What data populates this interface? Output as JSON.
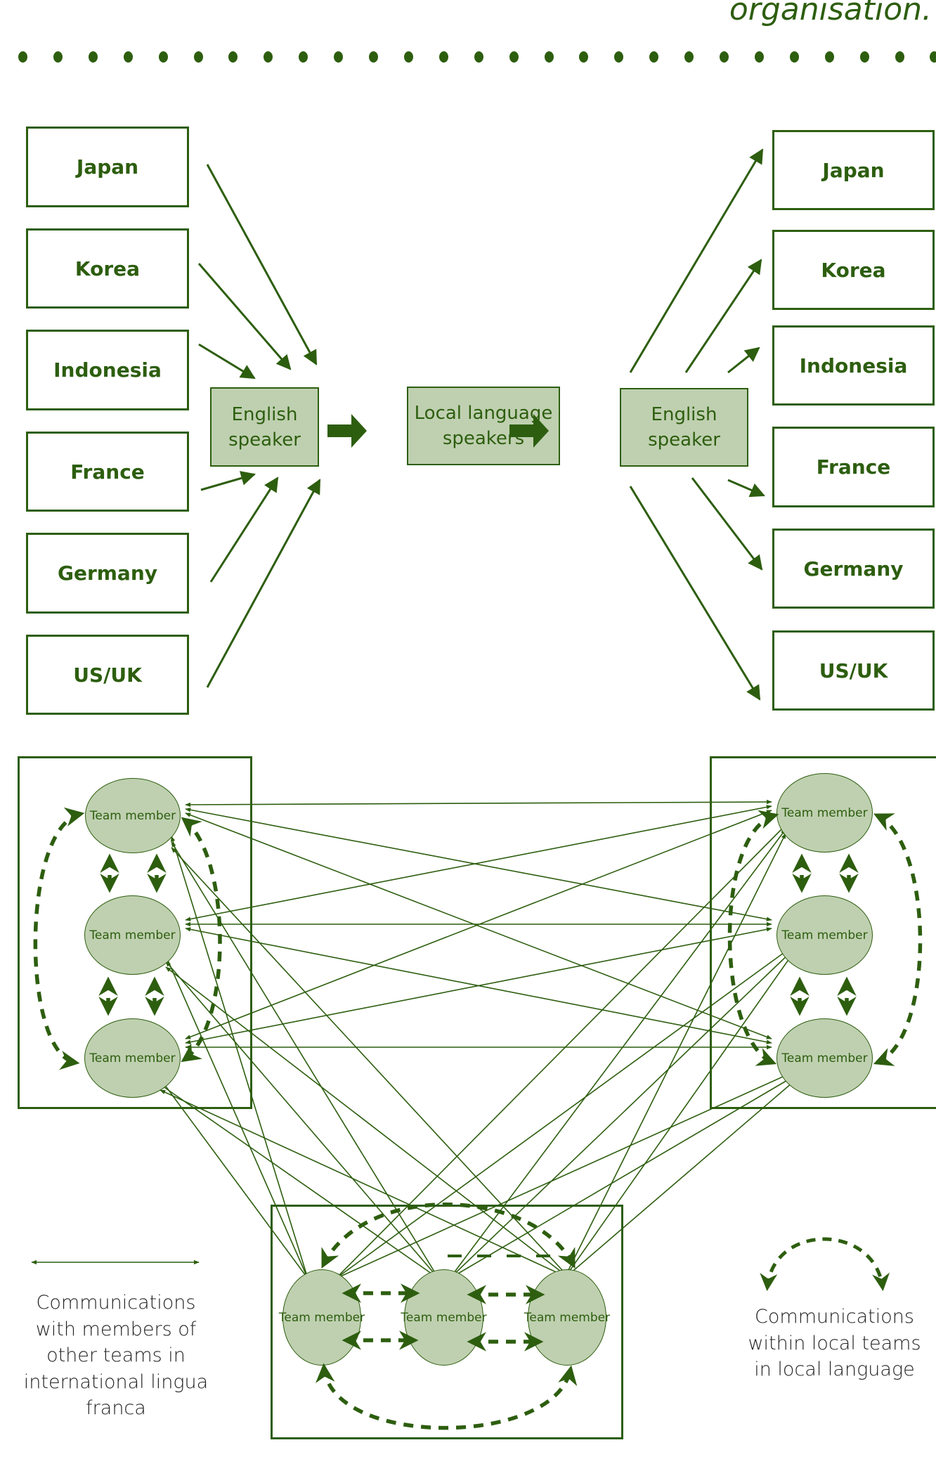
{
  "heading": {
    "text": "organisation."
  },
  "colors": {
    "primary": "#2d5e0f",
    "box_fill": "#bfd0b0",
    "legend_text": "#222222"
  },
  "flow": {
    "source_countries": [
      "Japan",
      "Korea",
      "Indonesia",
      "France",
      "Germany",
      "US/UK"
    ],
    "target_countries": [
      "Japan",
      "Korea",
      "Indonesia",
      "France",
      "Germany",
      "US/UK"
    ],
    "left_hub": {
      "line1": "English",
      "line2": "speaker"
    },
    "center_hub": {
      "line1": "Local language",
      "line2": "speakers"
    },
    "right_hub": {
      "line1": "English",
      "line2": "speaker"
    }
  },
  "teams": {
    "member_label": "Team member",
    "left_team": [
      "Team member",
      "Team member",
      "Team member"
    ],
    "right_team": [
      "Team member",
      "Team member",
      "Team member"
    ],
    "bottom_team": [
      "Team member",
      "Team member",
      "Team member"
    ]
  },
  "legend": {
    "lingua_franca": {
      "lines": [
        "Communications",
        "with members of",
        "other teams in",
        "international lingua",
        "franca"
      ]
    },
    "local_language": {
      "lines": [
        "Communications",
        "within local teams",
        "in local language"
      ]
    }
  }
}
